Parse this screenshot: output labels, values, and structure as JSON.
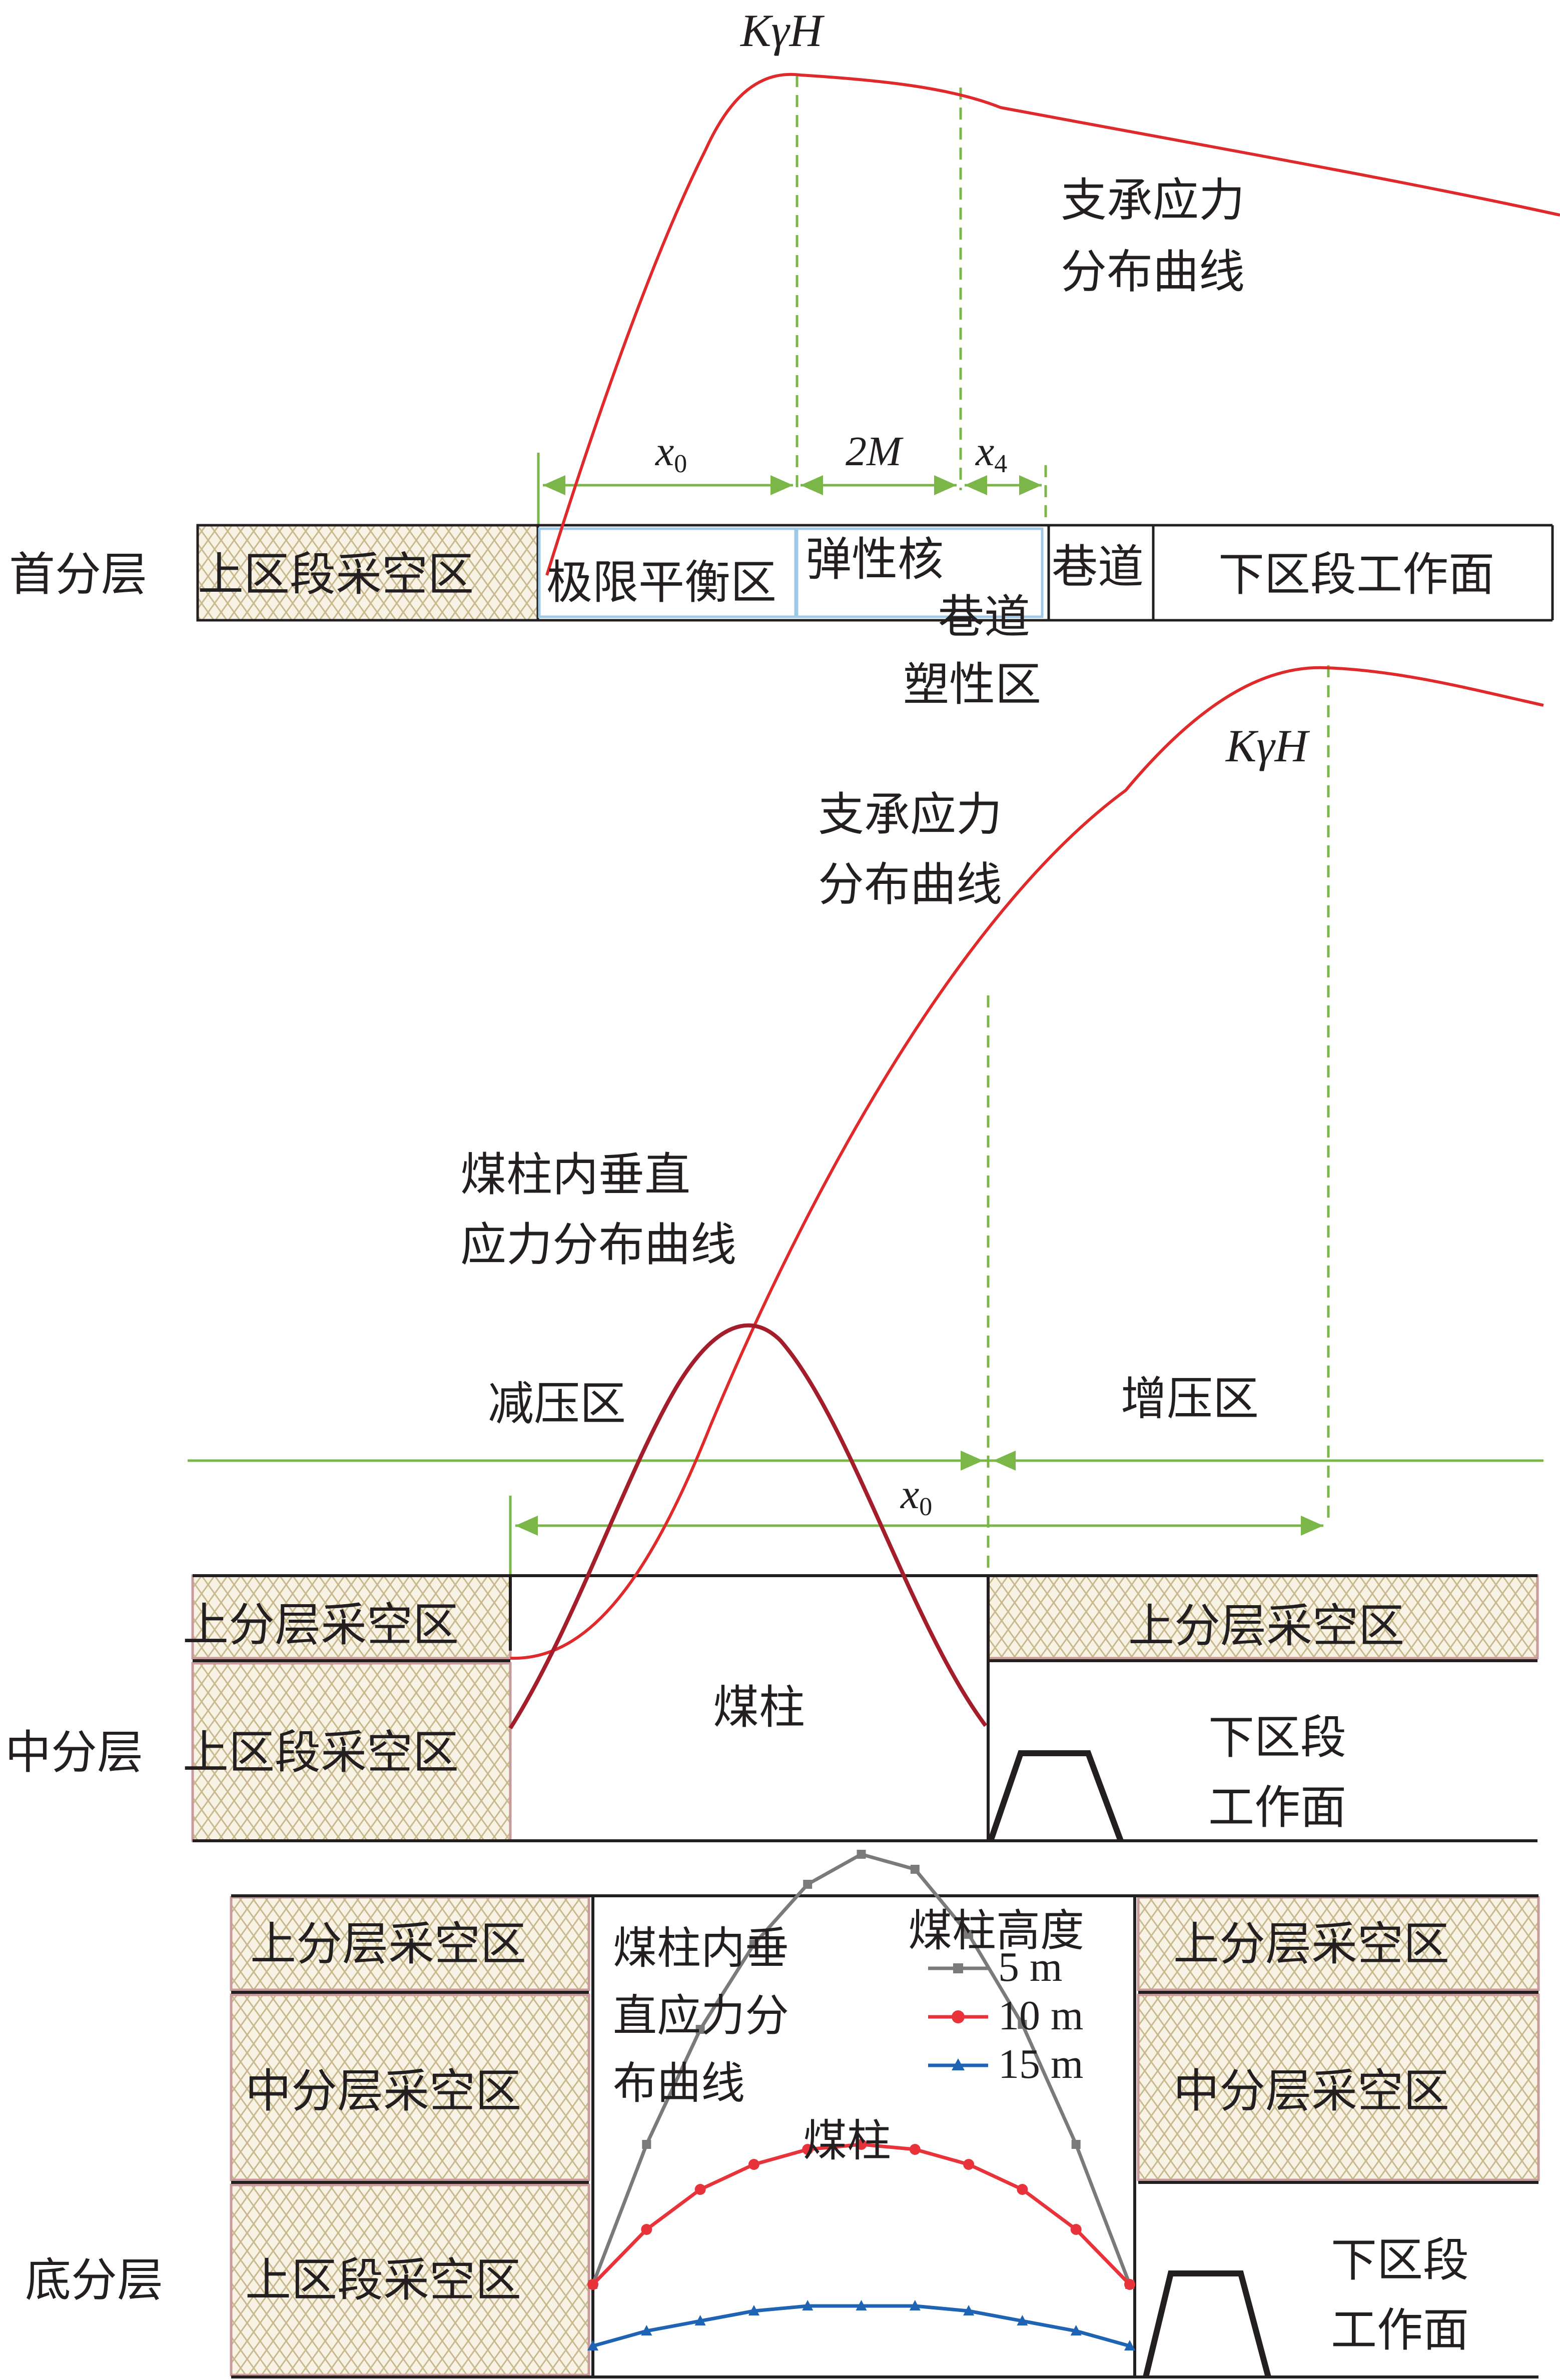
{
  "colors": {
    "curve_red": "#e0292b",
    "curve_darkred": "#a31e2a",
    "guide_green": "#7ab648",
    "core_border": "#9ec9e6",
    "hatch_line": "#c9b98f",
    "hatch_fill": "#f7f2e3",
    "block_edge": "#c99a9a",
    "series_5m": "#7a7a7a",
    "series_10m": "#e8333a",
    "series_15m": "#1f64b4"
  },
  "top": {
    "layer_label": "首分层",
    "peak_label": "KγH",
    "curve_label_line1": "支承应力",
    "curve_label_line2": "分布曲线",
    "dim_x0": "x",
    "dim_x0_sub": "0",
    "dim_2m": "2M",
    "dim_x4": "x",
    "dim_x4_sub": "4",
    "goaf_label": "上区段采空区",
    "limit_zone": "极限平衡区",
    "elastic_core": "弹性核",
    "roadway": "巷道",
    "face": "下区段工作面",
    "plastic_line1": "巷道",
    "plastic_line2": "塑性区"
  },
  "middle": {
    "layer_label": "中分层",
    "peak_label": "KγH",
    "curve_label_line1": "支承应力",
    "curve_label_line2": "分布曲线",
    "pillar_curve_line1": "煤柱内垂直",
    "pillar_curve_line2": "应力分布曲线",
    "relief_zone": "减压区",
    "increase_zone": "增压区",
    "dim_x0": "x",
    "dim_x0_sub": "0",
    "upper_goaf_left": "上分层采空区",
    "goaf_left": "上区段采空区",
    "pillar": "煤柱",
    "upper_goaf_right": "上分层采空区",
    "face_line1": "下区段",
    "face_line2": "工作面"
  },
  "bottom": {
    "layer_label": "底分层",
    "left_upper": "上分层采空区",
    "left_middle": "中分层采空区",
    "left_lower": "上区段采空区",
    "right_upper": "上分层采空区",
    "right_middle": "中分层采空区",
    "curve_label_line1": "煤柱内垂",
    "curve_label_line2": "直应力分",
    "curve_label_line3": "布曲线",
    "pillar": "煤柱",
    "legend_title": "煤柱高度",
    "face_line1": "下区段",
    "face_line2": "工作面"
  },
  "chart_data": {
    "type": "line",
    "title": "",
    "legend_title": "煤柱高度",
    "x": [
      0,
      0.1,
      0.2,
      0.3,
      0.4,
      0.5,
      0.6,
      0.7,
      0.8,
      0.9,
      1.0
    ],
    "series": [
      {
        "name": "5 m",
        "marker": "square",
        "values": [
          0.1,
          0.38,
          0.61,
          0.78,
          0.9,
          0.96,
          0.93,
          0.8,
          0.62,
          0.38,
          0.1
        ]
      },
      {
        "name": "10 m",
        "marker": "circle",
        "values": [
          0.1,
          0.21,
          0.29,
          0.34,
          0.37,
          0.38,
          0.37,
          0.34,
          0.29,
          0.21,
          0.1
        ]
      },
      {
        "name": "15 m",
        "marker": "triangle",
        "values": [
          0.0,
          0.03,
          0.05,
          0.07,
          0.08,
          0.08,
          0.08,
          0.07,
          0.05,
          0.03,
          0.0
        ]
      }
    ]
  }
}
